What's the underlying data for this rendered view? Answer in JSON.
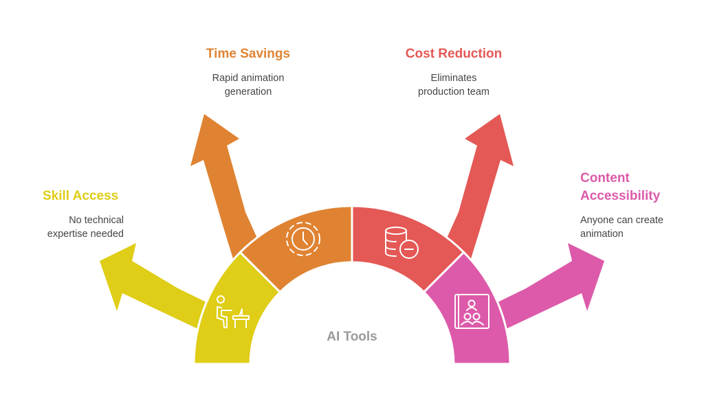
{
  "center_label": "AI Tools",
  "colors": {
    "yellow": "#DFCD17",
    "orange": "#DF8332",
    "red": "#E45855",
    "pink": "#DC5AA9"
  },
  "branches": [
    {
      "title": "Skill Access",
      "description": [
        "No technical",
        "expertise needed"
      ],
      "icon": "person-at-desk-icon"
    },
    {
      "title": "Time Savings",
      "description": [
        "Rapid animation",
        "generation"
      ],
      "icon": "clock-icon"
    },
    {
      "title": "Cost Reduction",
      "description": [
        "Eliminates",
        "production team"
      ],
      "icon": "database-minus-icon"
    },
    {
      "title": "Content Accessibility",
      "title_lines": [
        "Content",
        "Accessibility"
      ],
      "description": [
        "Anyone can create",
        "animation"
      ],
      "icon": "group-presentation-icon"
    }
  ]
}
